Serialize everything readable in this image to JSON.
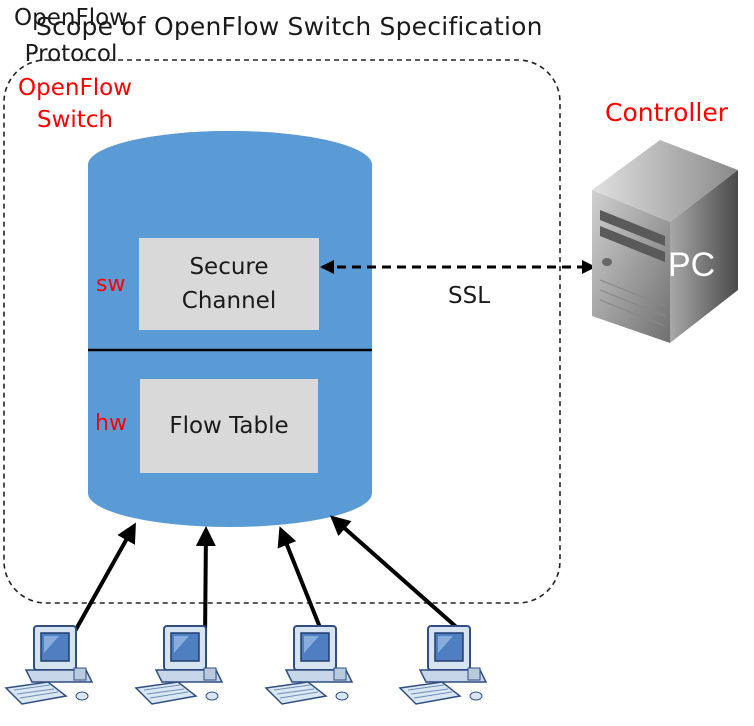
{
  "title": "Scope of OpenFlow Switch Specification",
  "controller": {
    "label": "Controller",
    "pc_text": "PC"
  },
  "protocol": {
    "name_line1": "OpenFlow",
    "name_line2": "Protocol",
    "transport": "SSL"
  },
  "switch": {
    "label_line1": "OpenFlow",
    "label_line2": "Switch",
    "sw_tag": "sw",
    "hw_tag": "hw",
    "secure_channel_line1": "Secure",
    "secure_channel_line2": "Channel",
    "flow_table": "Flow Table"
  },
  "hosts": [
    {
      "icon": "desktop-computer-icon"
    },
    {
      "icon": "desktop-computer-icon"
    },
    {
      "icon": "desktop-computer-icon"
    },
    {
      "icon": "desktop-computer-icon"
    }
  ],
  "colors": {
    "cylinder": "#5b9bd5",
    "box": "#d9d9d9",
    "label_red": "#ff0000"
  }
}
